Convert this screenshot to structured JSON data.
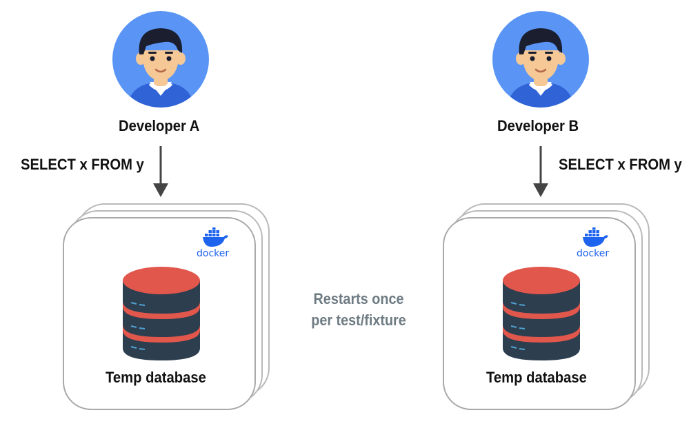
{
  "developers": [
    {
      "name": "Developer A",
      "query": "SELECT x FROM y",
      "db_label": "Temp database",
      "docker_label": "docker"
    },
    {
      "name": "Developer B",
      "query": "SELECT x FROM y",
      "db_label": "Temp database",
      "docker_label": "docker"
    }
  ],
  "note": {
    "line1": "Restarts once",
    "line2": "per test/fixture"
  },
  "colors": {
    "avatar_bg": "#5a95f5",
    "skin": "#f6c896",
    "hair": "#1b1e2f",
    "shirt": "#2f63d6",
    "db_top": "#e1574c",
    "db_body": "#2d3e4f",
    "db_stripe": "#e1574c",
    "docker_blue": "#1d63ed",
    "note_gray": "#6e7b83",
    "arrow": "#444444"
  }
}
